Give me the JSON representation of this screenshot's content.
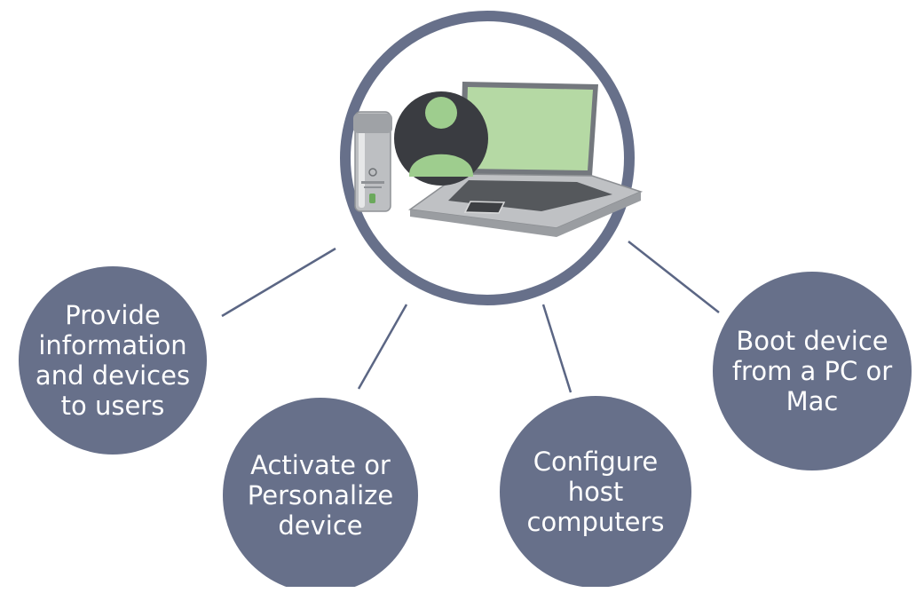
{
  "colors": {
    "node_fill": "#67708a",
    "ring_stroke": "#67708a",
    "connector": "#5b6684",
    "label_text": "#ffffff",
    "screen_green": "#b5d9a4",
    "avatar_green": "#9ecd8e",
    "avatar_dark": "#3a3c41"
  },
  "center": {
    "icons": [
      "usb-security-drive-icon",
      "user-avatar-icon",
      "laptop-icon"
    ]
  },
  "nodes": [
    {
      "id": "provide",
      "label": "Provide\ninformation\nand devices\nto users"
    },
    {
      "id": "activate",
      "label": "Activate or\nPersonalize\ndevice"
    },
    {
      "id": "configure",
      "label": "Configure\nhost\ncomputers"
    },
    {
      "id": "boot",
      "label": "Boot device\nfrom a PC or\nMac"
    }
  ]
}
